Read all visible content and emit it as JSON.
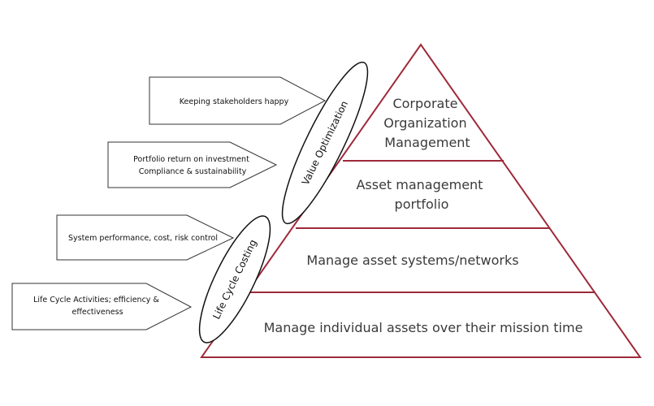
{
  "colors": {
    "pyramid_stroke": "#9e2a3a",
    "arrow_stroke": "#333333",
    "oval_stroke": "#111111",
    "tier_text": "#3a3a3a"
  },
  "pyramid": {
    "tiers": [
      {
        "lines": [
          "Corporate",
          "Organization",
          "Management"
        ]
      },
      {
        "lines": [
          "Asset management",
          "portfolio"
        ]
      },
      {
        "lines": [
          "Manage asset systems/networks"
        ]
      },
      {
        "lines": [
          "Manage individual assets over their mission time"
        ]
      }
    ]
  },
  "arrows": [
    {
      "lines": [
        "Keeping stakeholders happy"
      ]
    },
    {
      "lines": [
        "Portfolio return on investment",
        "Compliance & sustainability"
      ]
    },
    {
      "lines": [
        "System performance, cost, risk control"
      ]
    },
    {
      "lines": [
        "Life Cycle Activities; efficiency &",
        "effectiveness"
      ]
    }
  ],
  "ovals": [
    {
      "label": "Value Optimization"
    },
    {
      "label": "Life Cycle Costing"
    }
  ]
}
